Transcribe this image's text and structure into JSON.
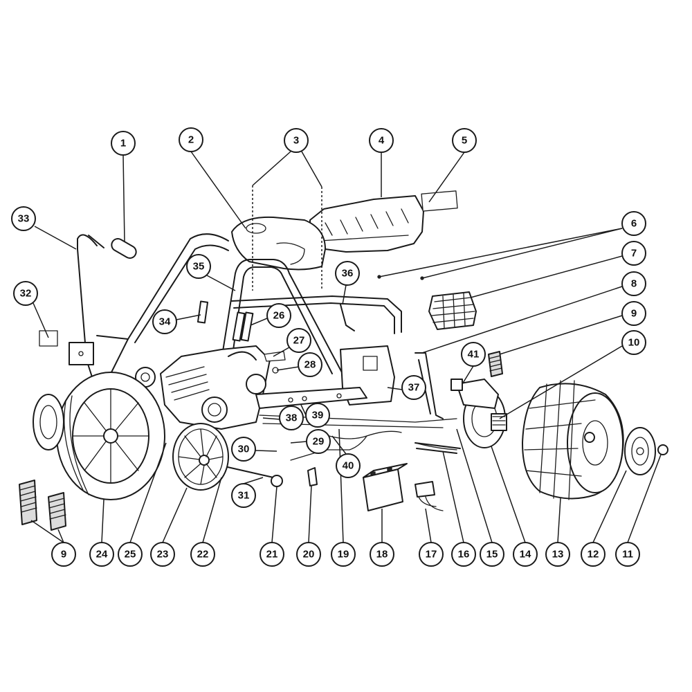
{
  "callouts": [
    {
      "id": "1",
      "label": "1"
    },
    {
      "id": "2",
      "label": "2"
    },
    {
      "id": "3",
      "label": "3"
    },
    {
      "id": "4",
      "label": "4"
    },
    {
      "id": "5",
      "label": "5"
    },
    {
      "id": "6",
      "label": "6"
    },
    {
      "id": "7",
      "label": "7"
    },
    {
      "id": "8",
      "label": "8"
    },
    {
      "id": "9a",
      "label": "9"
    },
    {
      "id": "10",
      "label": "10"
    },
    {
      "id": "33",
      "label": "33"
    },
    {
      "id": "32",
      "label": "32"
    },
    {
      "id": "35",
      "label": "35"
    },
    {
      "id": "36",
      "label": "36"
    },
    {
      "id": "34",
      "label": "34"
    },
    {
      "id": "26",
      "label": "26"
    },
    {
      "id": "27",
      "label": "27"
    },
    {
      "id": "28",
      "label": "28"
    },
    {
      "id": "41",
      "label": "41"
    },
    {
      "id": "37",
      "label": "37"
    },
    {
      "id": "38",
      "label": "38"
    },
    {
      "id": "39",
      "label": "39"
    },
    {
      "id": "29",
      "label": "29"
    },
    {
      "id": "30",
      "label": "30"
    },
    {
      "id": "40",
      "label": "40"
    },
    {
      "id": "31",
      "label": "31"
    },
    {
      "id": "9b",
      "label": "9"
    },
    {
      "id": "24",
      "label": "24"
    },
    {
      "id": "25",
      "label": "25"
    },
    {
      "id": "23",
      "label": "23"
    },
    {
      "id": "22",
      "label": "22"
    },
    {
      "id": "21",
      "label": "21"
    },
    {
      "id": "20",
      "label": "20"
    },
    {
      "id": "19",
      "label": "19"
    },
    {
      "id": "18",
      "label": "18"
    },
    {
      "id": "17",
      "label": "17"
    },
    {
      "id": "16",
      "label": "16"
    },
    {
      "id": "15",
      "label": "15"
    },
    {
      "id": "14",
      "label": "14"
    },
    {
      "id": "13",
      "label": "13"
    },
    {
      "id": "12",
      "label": "12"
    },
    {
      "id": "11",
      "label": "11"
    }
  ]
}
